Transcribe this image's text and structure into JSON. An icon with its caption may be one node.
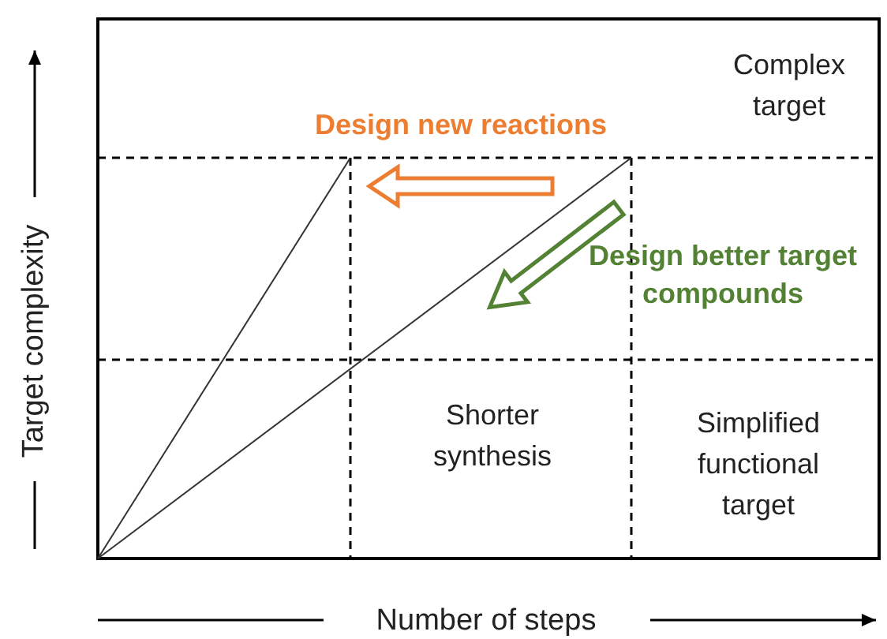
{
  "diagram": {
    "labels": [
      "Complex target",
      "Design new reactions",
      "Design better target compounds",
      "Shorter synthesis",
      "Simplified functional target",
      "Target complexity",
      "Number of steps"
    ]
  }
}
